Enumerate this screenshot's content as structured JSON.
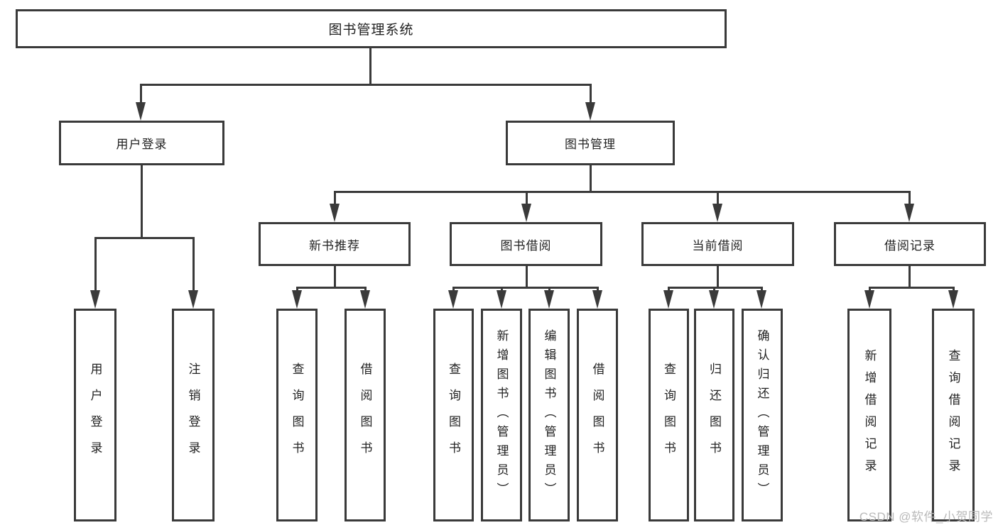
{
  "diagram": {
    "title": "图书管理系统",
    "root": {
      "label": "图书管理系统"
    },
    "level2": [
      {
        "label": "用户登录"
      },
      {
        "label": "图书管理"
      }
    ],
    "level3": [
      {
        "label": "新书推荐"
      },
      {
        "label": "图书借阅"
      },
      {
        "label": "当前借阅"
      },
      {
        "label": "借阅记录"
      }
    ],
    "leaves": {
      "user_login": [
        {
          "label": "用户登录"
        },
        {
          "label": "注销登录"
        }
      ],
      "new_books": [
        {
          "label": "查询图书"
        },
        {
          "label": "借阅图书"
        }
      ],
      "book_borrow": [
        {
          "label": "查询图书"
        },
        {
          "label": "新增图书（管理员）"
        },
        {
          "label": "编辑图书（管理员）"
        },
        {
          "label": "借阅图书"
        }
      ],
      "current_borrow": [
        {
          "label": "查询图书"
        },
        {
          "label": "归还图书"
        },
        {
          "label": "确认归还（管理员）"
        }
      ],
      "borrow_records": [
        {
          "label": "新增借阅记录"
        },
        {
          "label": "查询借阅记录"
        }
      ]
    },
    "colors": {
      "line": "#3a3a3a",
      "box_border": "#3a3a3a",
      "text": "#222222",
      "watermark": "#b9b9b9",
      "background": "#ffffff"
    },
    "watermark": "CSDN @软件_小贺同学"
  }
}
